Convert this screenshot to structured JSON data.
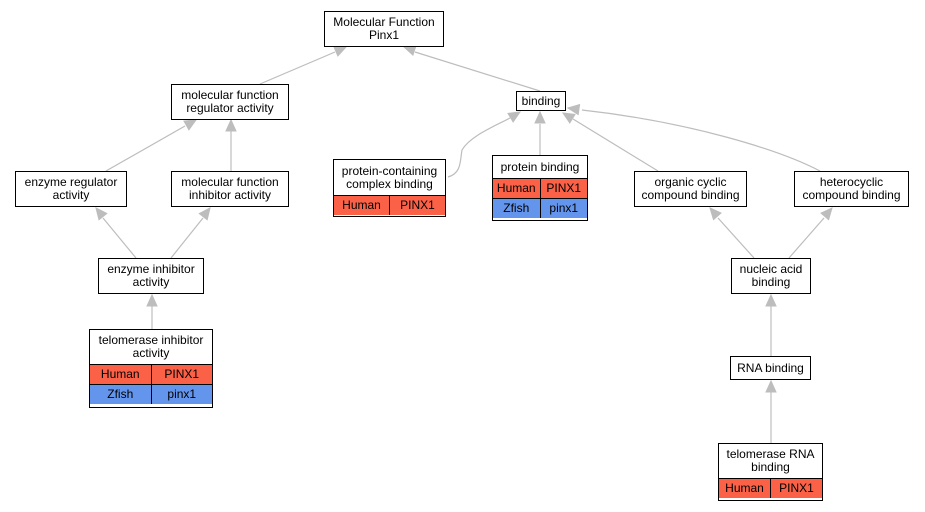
{
  "colors": {
    "human": "#fa6146",
    "zfish": "#6495ed",
    "edge": "#bdbdbd"
  },
  "nodes": {
    "root": {
      "lines": [
        "Molecular Function",
        "Pinx1"
      ]
    },
    "mfra": {
      "lines": [
        "molecular function",
        "regulator activity"
      ]
    },
    "binding": {
      "lines": [
        "binding"
      ]
    },
    "era": {
      "lines": [
        "enzyme regulator",
        "activity"
      ]
    },
    "mfia": {
      "lines": [
        "molecular function",
        "inhibitor activity"
      ]
    },
    "pccb": {
      "lines": [
        "protein-containing",
        "complex binding"
      ],
      "rows": [
        {
          "species": "Human",
          "gene": "PINX1",
          "kind": "human"
        }
      ]
    },
    "pb": {
      "lines": [
        "protein binding"
      ],
      "rows": [
        {
          "species": "Human",
          "gene": "PINX1",
          "kind": "human"
        },
        {
          "species": "Zfish",
          "gene": "pinx1",
          "kind": "zfish"
        }
      ]
    },
    "occb": {
      "lines": [
        "organic cyclic",
        "compound binding"
      ]
    },
    "hcb": {
      "lines": [
        "heterocyclic",
        "compound binding"
      ]
    },
    "eia": {
      "lines": [
        "enzyme inhibitor",
        "activity"
      ]
    },
    "nab": {
      "lines": [
        "nucleic acid",
        "binding"
      ]
    },
    "tia": {
      "lines": [
        "telomerase inhibitor",
        "activity"
      ],
      "rows": [
        {
          "species": "Human",
          "gene": "PINX1",
          "kind": "human"
        },
        {
          "species": "Zfish",
          "gene": "pinx1",
          "kind": "zfish"
        }
      ]
    },
    "rnab": {
      "lines": [
        "RNA binding"
      ]
    },
    "trb": {
      "lines": [
        "telomerase RNA",
        "binding"
      ],
      "rows": [
        {
          "species": "Human",
          "gene": "PINX1",
          "kind": "human"
        }
      ]
    }
  }
}
